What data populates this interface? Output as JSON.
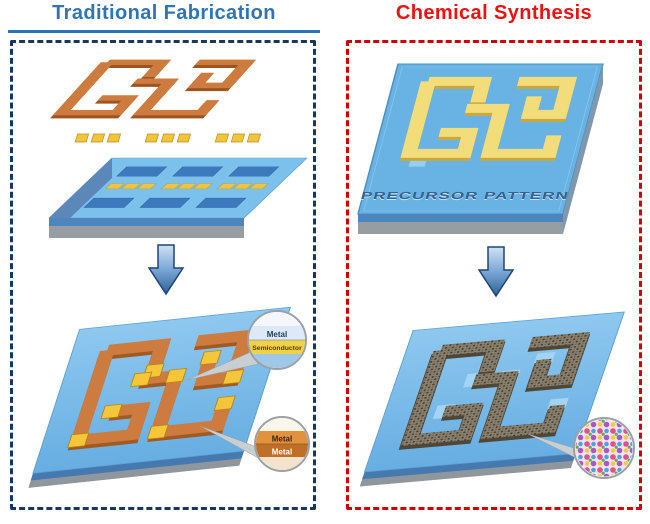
{
  "figure": {
    "left_panel": {
      "title": "Traditional Fabrication",
      "callout_top": {
        "layer1": "Metal",
        "layer2": "Semiconductor"
      },
      "callout_bottom": {
        "layer1": "Metal",
        "layer2": "Metal"
      }
    },
    "right_panel": {
      "title": "Chemical Synthesis",
      "substrate_label": "PRECURSOR PATTERN"
    },
    "colors": {
      "left_title": "#2e75b6",
      "right_title": "#ee1111",
      "left_border": "#17375e",
      "right_border": "#cc0000",
      "substrate_blue": "#6fb7e8",
      "metal_orange": "#cd7b3e",
      "pad_yellow": "#f5c63c",
      "precursor_yellow": "#f2dd7a",
      "graphene_brown": "#8c8270",
      "arrow_blue": "#2f5f96"
    }
  }
}
